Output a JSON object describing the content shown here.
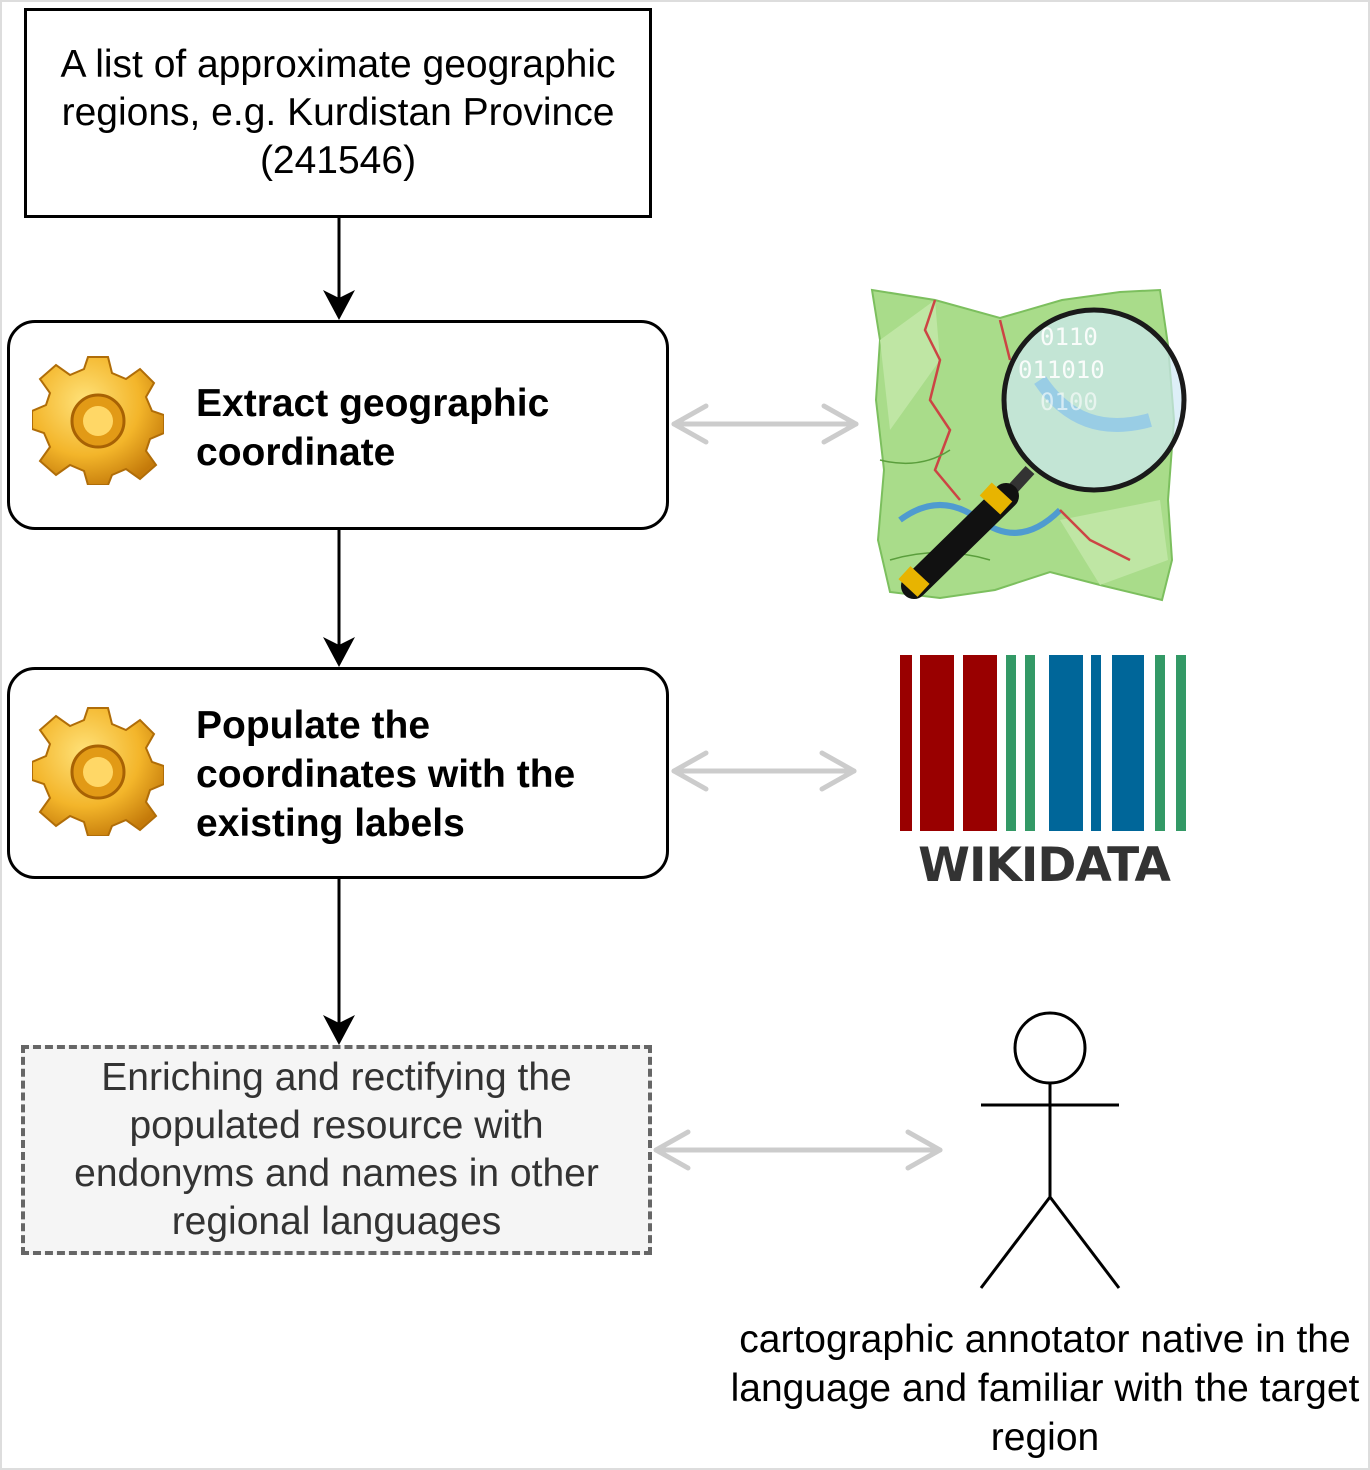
{
  "input_box": {
    "text": "A list of approximate geographic regions, e.g. Kurdistan Province (241546)"
  },
  "extract_step": {
    "label": "Extract geographic coordinate",
    "icon": "gear-icon"
  },
  "populate_step": {
    "label": "Populate the coordinates with the existing labels",
    "icon": "gear-icon"
  },
  "enrich_step": {
    "text": "Enriching and rectifying the populated resource with endonyms and names in other regional languages"
  },
  "openstreetmap_logo": {
    "icon": "openstreetmap-logo"
  },
  "wikidata_logo": {
    "text": "WIKIDATA",
    "colors": {
      "red": "#990000",
      "green": "#339966",
      "blue": "#006699",
      "text": "#333333"
    }
  },
  "annotator": {
    "icon": "stick-figure-icon",
    "caption": "cartographic annotator native in the language and familiar with the target region"
  },
  "colors": {
    "flow_arrow": "#000000",
    "bidirectional_arrow": "#cccccc",
    "enrich_fill": "#f5f5f5",
    "enrich_border": "#666666"
  }
}
